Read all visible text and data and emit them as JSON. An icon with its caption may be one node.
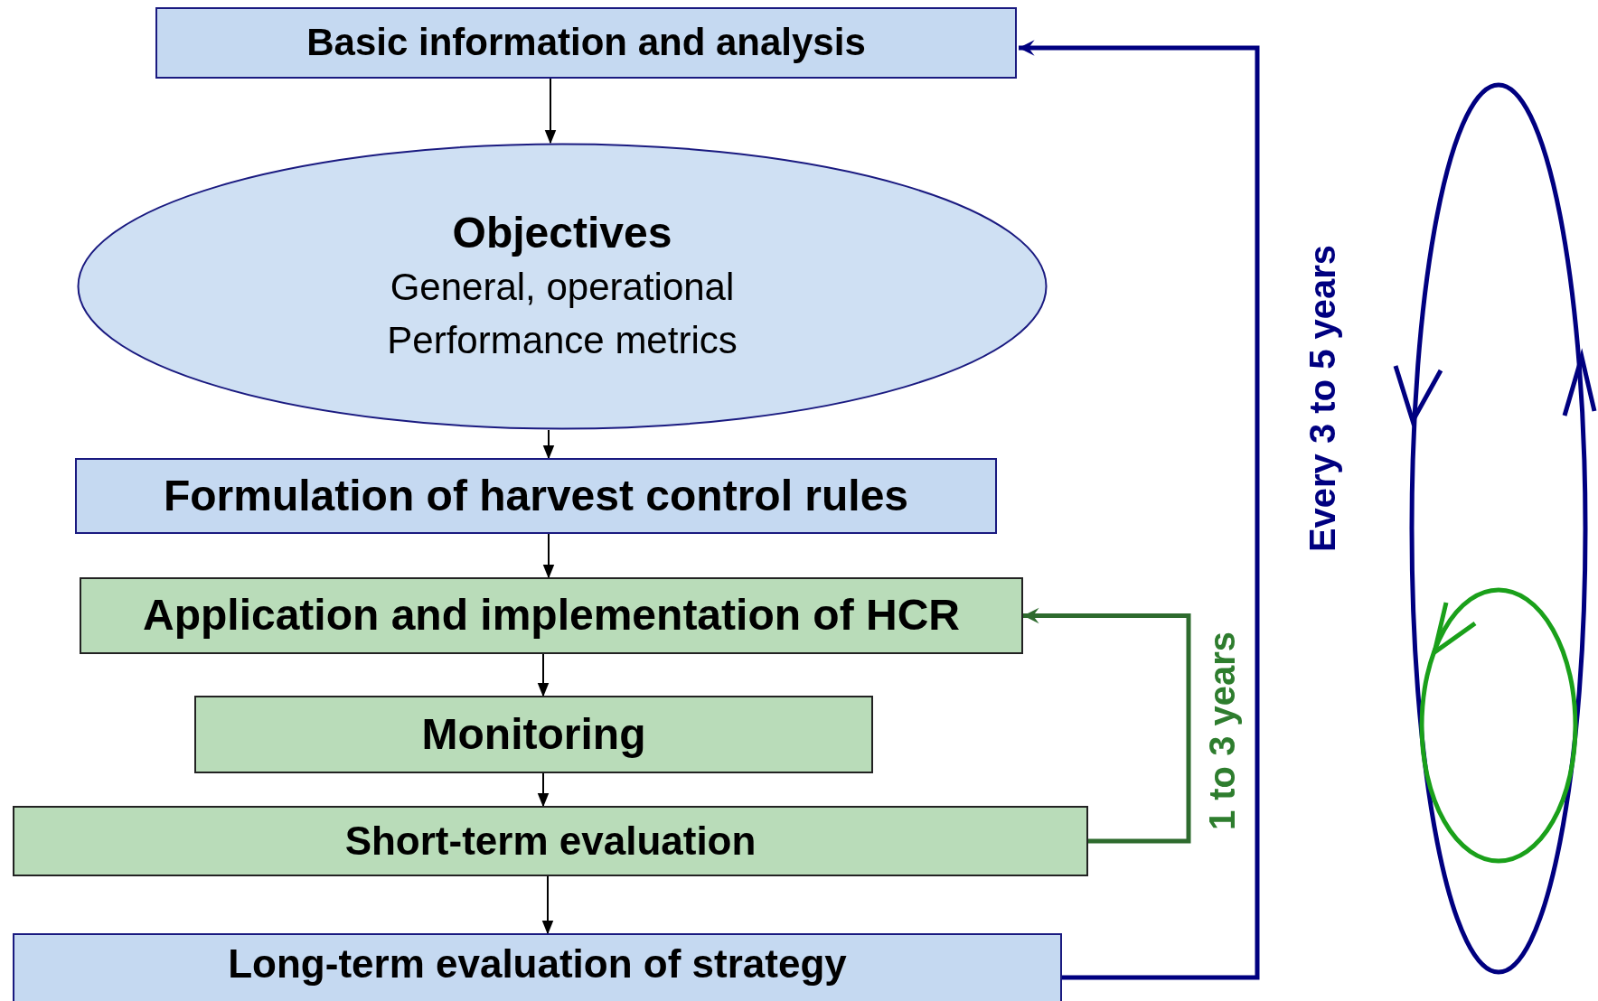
{
  "diagram": {
    "nodes": [
      {
        "text": [
          "Basic information and analysis"
        ]
      },
      {
        "text": [
          "Objectives",
          "General, operational",
          "Performance metrics"
        ]
      },
      {
        "text": [
          "Formulation of harvest control rules"
        ]
      },
      {
        "text": [
          "Application and implementation of HCR"
        ]
      },
      {
        "text": [
          "Monitoring"
        ]
      },
      {
        "text": [
          "Short-term evaluation"
        ]
      },
      {
        "text": [
          "Long-term evaluation of strategy"
        ]
      }
    ],
    "edges": [
      {
        "from": 0,
        "to": 1,
        "arrow": "to"
      },
      {
        "from": 1,
        "to": 2,
        "arrow": "to"
      },
      {
        "from": 2,
        "to": 3,
        "arrow": "to"
      },
      {
        "from": 3,
        "to": 4,
        "arrow": "to"
      },
      {
        "from": 4,
        "to": 5,
        "arrow": "to"
      },
      {
        "from": 5,
        "to": 6,
        "arrow": "to"
      },
      {
        "from": 5,
        "to": 3,
        "arrow": "to",
        "label": "1 to 3 years",
        "style": "thick",
        "color": "#2e6b2e"
      },
      {
        "from": 6,
        "to": 0,
        "arrow": "to",
        "label": "Every 3 to 5 years",
        "style": "thick",
        "color": "#000080"
      }
    ]
  }
}
